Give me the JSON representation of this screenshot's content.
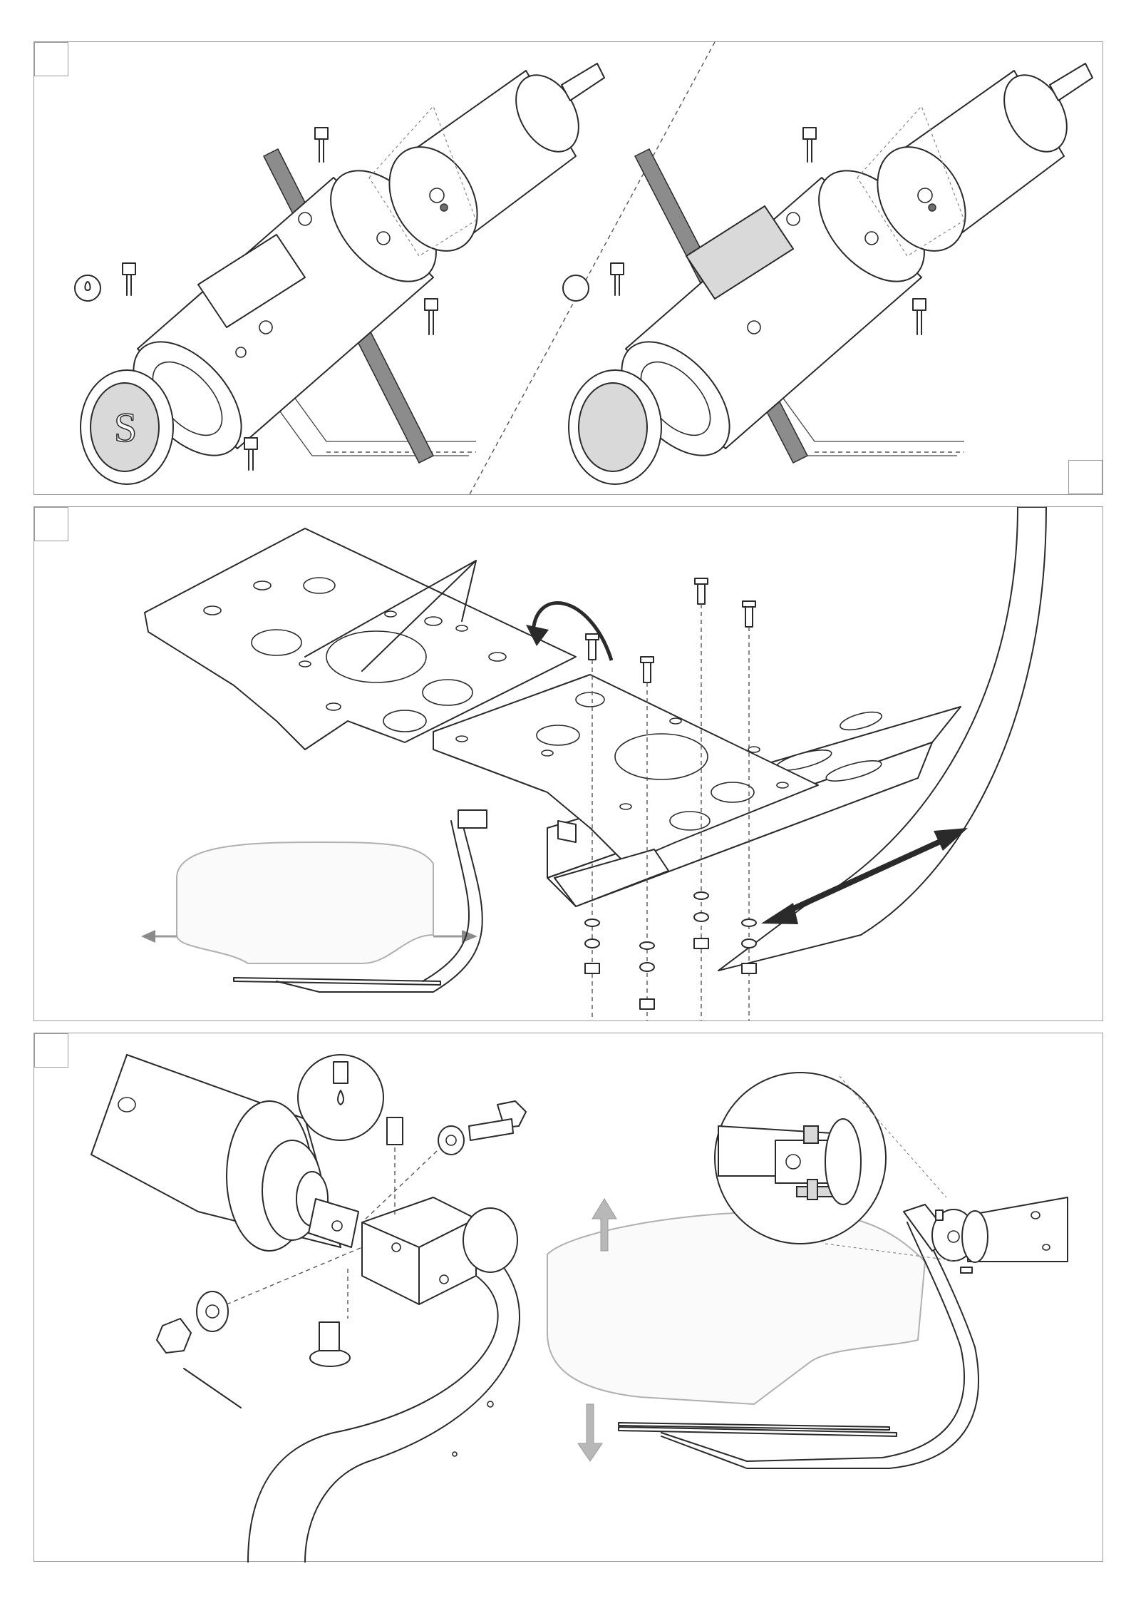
{
  "page": {
    "type": "assembly-instructions",
    "panels": [
      {
        "id": "panel-1",
        "description_visible_text": ""
      },
      {
        "id": "panel-2",
        "description_visible_text": ""
      },
      {
        "id": "panel-3",
        "description_visible_text": ""
      }
    ],
    "step_labels": {
      "step_1": "",
      "step_1b": "",
      "step_2": "",
      "step_3": ""
    },
    "logo_mark": "S"
  },
  "colors": {
    "line": "#2a2a2a",
    "border": "#9a9a9a",
    "ghost": "#b0b0b0",
    "rod": "#8c8c8c"
  }
}
